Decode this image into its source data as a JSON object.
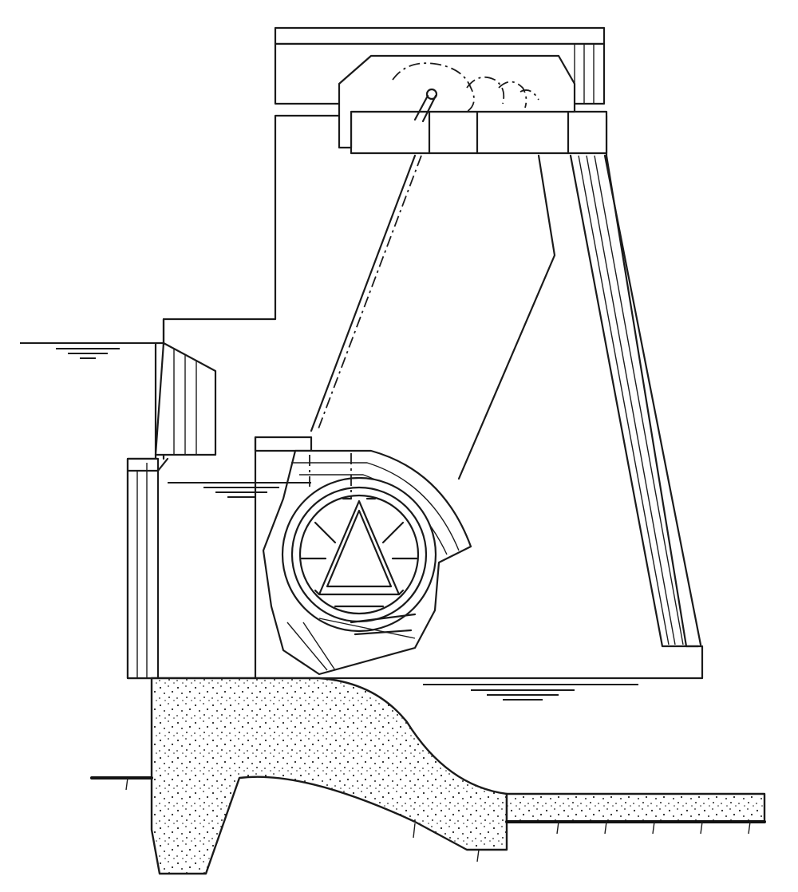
{
  "figure": {
    "subject": "roller-gate",
    "labels": []
  },
  "components": [
    "gate-pier",
    "hoist-bridge",
    "hoist-machinery",
    "roller-drum",
    "concrete-sill",
    "upstream-water-level",
    "downstream-water-level",
    "tail-water-level",
    "riverbed"
  ],
  "colors": {
    "ink": "#1a1a1a",
    "paper": "#ffffff"
  }
}
